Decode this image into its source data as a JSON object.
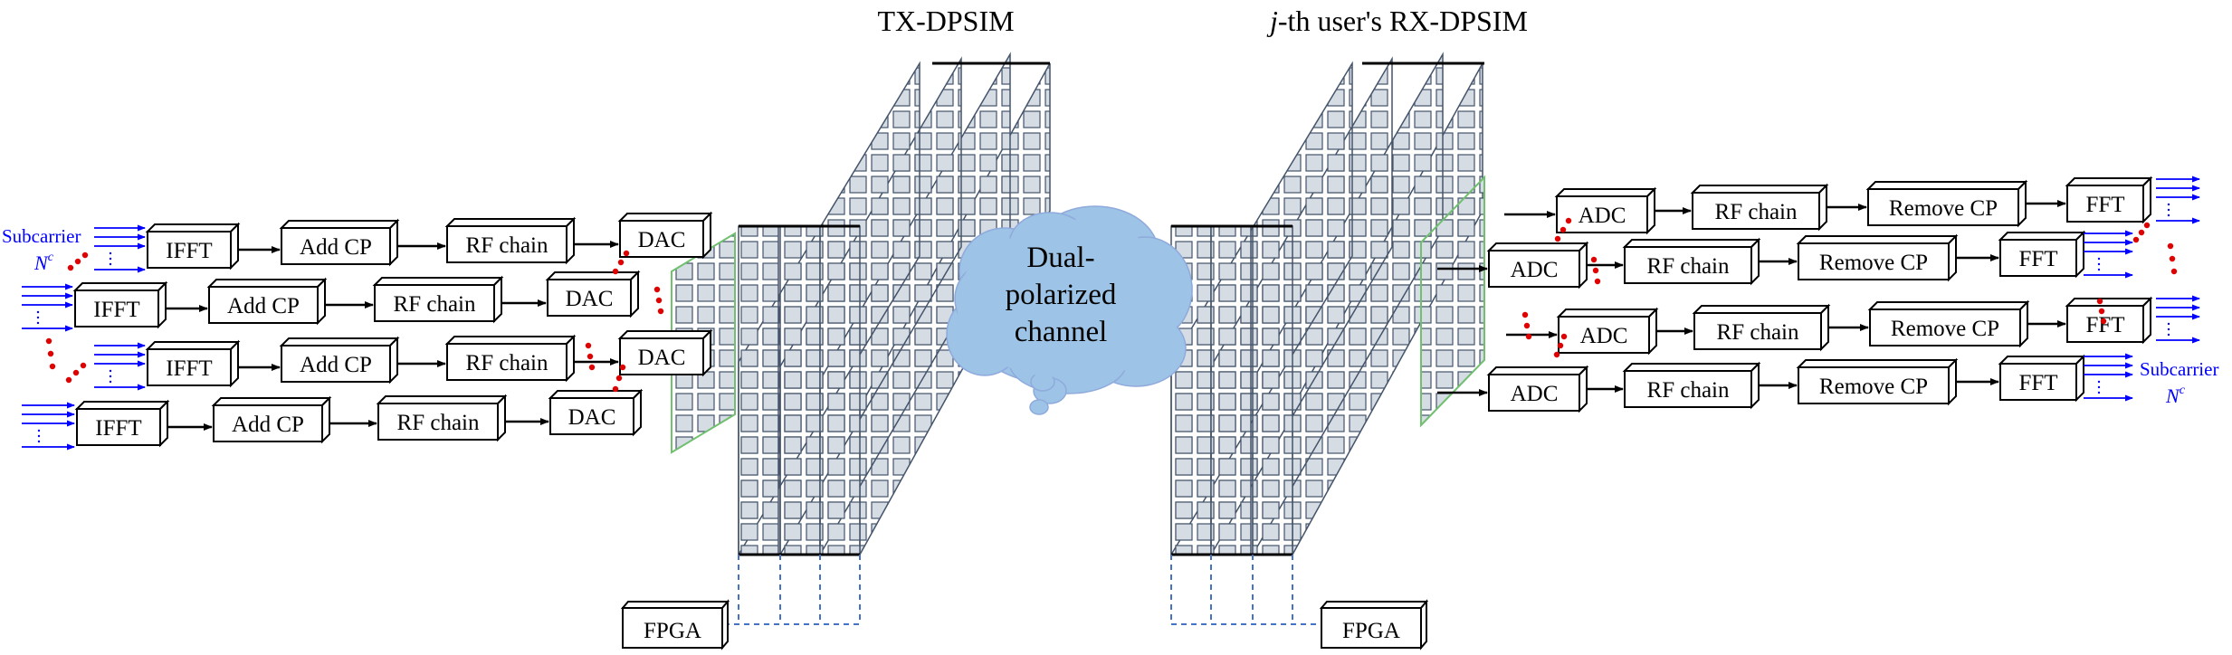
{
  "titles": {
    "tx": "TX-DPSIM",
    "rx_italic": "j",
    "rx": "-th user's RX-DPSIM"
  },
  "channel": {
    "line1": "Dual-",
    "line2": "polarized",
    "line3": "channel"
  },
  "tx_blocks": {
    "ifft": "IFFT",
    "add_cp": "Add CP",
    "rf_chain": "RF chain",
    "dac": "DAC"
  },
  "rx_blocks": {
    "adc": "ADC",
    "rf_chain": "RF chain",
    "remove_cp": "Remove CP",
    "fft": "FFT"
  },
  "fpga": {
    "tx": "FPGA",
    "rx": "FPGA"
  },
  "subcarrier": {
    "left_label": "Subcarrier",
    "left_symbol": "N",
    "left_sup": "c",
    "right_label": "Subcarrier",
    "right_symbol": "N",
    "right_sup": "c"
  },
  "colors": {
    "block_stroke": "#000000",
    "panel_stroke": "#44546A",
    "panel_cell": "#D6DCE4",
    "highlight_panel": "#70C070",
    "subcarrier_blue": "#0000FF",
    "dots_red": "#E00000",
    "cloud_fill": "#9DC3E6",
    "fpga_dash": "#4472C4"
  }
}
